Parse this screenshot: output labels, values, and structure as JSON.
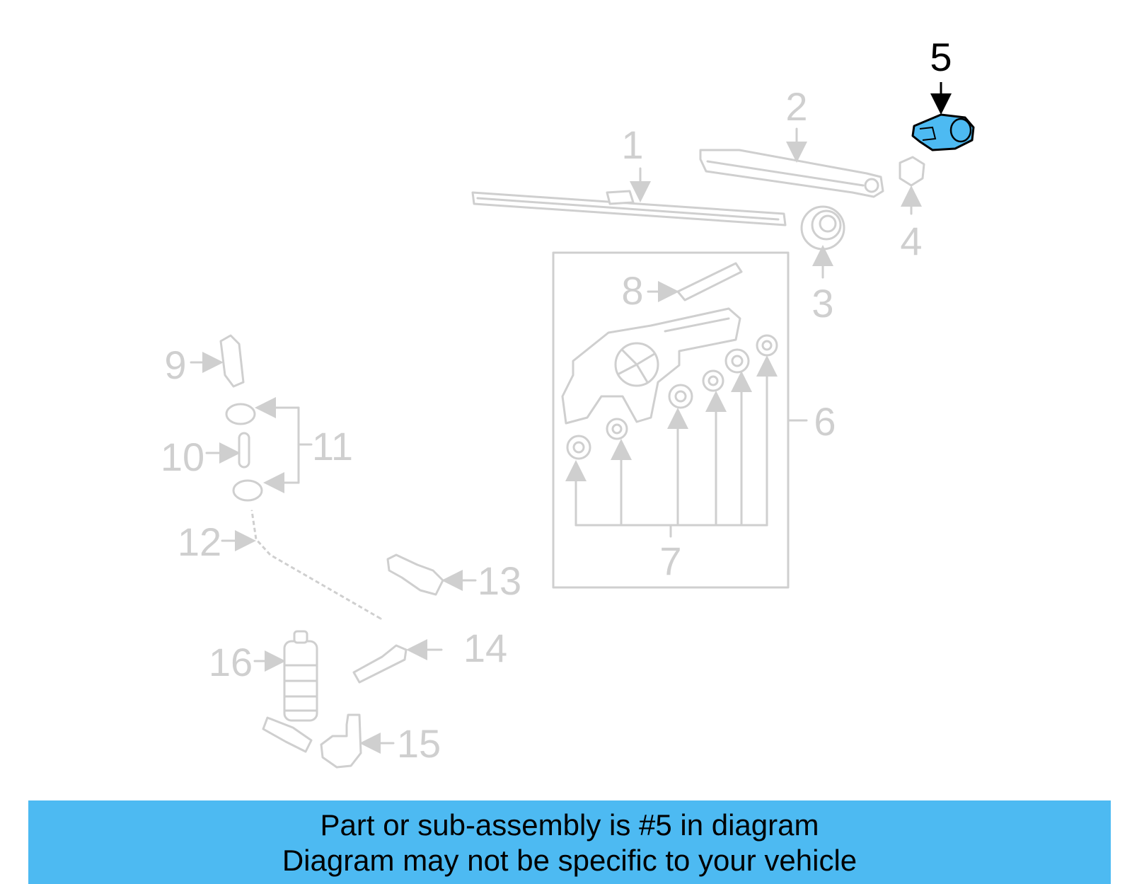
{
  "callouts": {
    "c1": "1",
    "c2": "2",
    "c3": "3",
    "c4": "4",
    "c5": "5",
    "c6": "6",
    "c7": "7",
    "c8": "8",
    "c9": "9",
    "c10": "10",
    "c11": "11",
    "c12": "12",
    "c13": "13",
    "c14": "14",
    "c15": "15",
    "c16": "16"
  },
  "highlighted_part": "5",
  "colors": {
    "highlight": "#4dbaf2",
    "inactive": "#cfcfcf",
    "banner": "#4dbaf2"
  },
  "banner": {
    "line1": "Part or sub-assembly is #5 in diagram",
    "line2": "Diagram may not be specific to your vehicle"
  }
}
